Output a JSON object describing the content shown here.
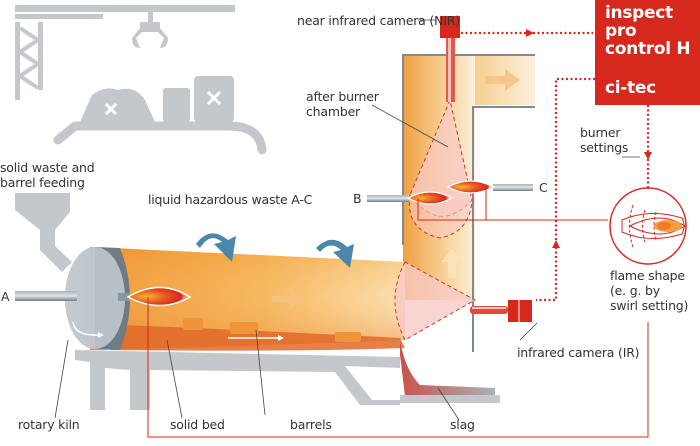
{
  "diagram": {
    "title": "Rotary kiln hazardous waste incineration with camera-based flame control",
    "brand": {
      "product": "inspect\npro\ncontrol H",
      "company": "ci-tec",
      "color": "#d7281e"
    },
    "labels": {
      "nir_camera": "near infrared camera (NIR)",
      "after_burner": "after burner\nchamber",
      "solid_waste": "solid waste and\nbarrel feeding",
      "liquid_waste": "liquid hazardous waste A-C",
      "burner_a": "A",
      "burner_b": "B",
      "burner_c": "C",
      "burner_settings": "burner\nsettings",
      "flame_shape": "flame shape\n(e. g. by\nswirl setting)",
      "ir_camera": "infrared camera (IR)",
      "rotary_kiln": "rotary kiln",
      "solid_bed": "solid bed",
      "barrels": "barrels",
      "slag": "slag"
    },
    "colors": {
      "accent_red": "#d7281e",
      "machinery_gray": "#c4c8cc",
      "steel": "#8a959d",
      "rotation_arrow": "#4a87a8",
      "fire_orange": "#f0a040"
    }
  }
}
